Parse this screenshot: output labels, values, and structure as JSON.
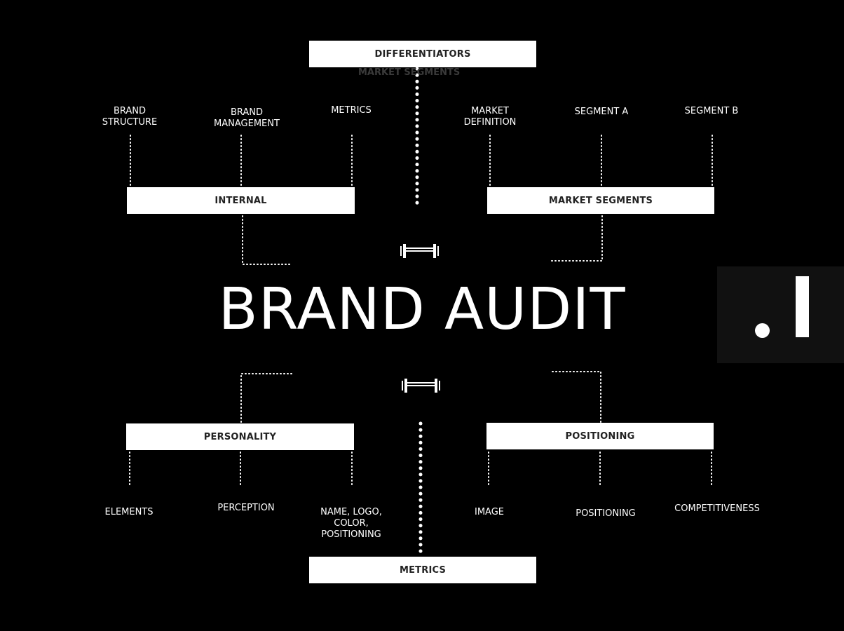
{
  "title": "BRAND AUDIT",
  "boxes": {
    "top": "DIFFERENTIATORS",
    "internal": "INTERNAL",
    "market_segments": "MARKET SEGMENTS",
    "personality": "PERSONALITY",
    "positioning": "POSITIONING",
    "bottom": "METRICS"
  },
  "ghost_text": "MARKET SEGMENTS",
  "top_labels": {
    "brand_structure": "BRAND\nSTRUCTURE",
    "brand_management": "BRAND\nMANAGEMENT",
    "metrics": "METRICS",
    "market_definition": "MARKET\nDEFINITION",
    "segment_a": "SEGMENT A",
    "segment_b": "SEGMENT B"
  },
  "bottom_labels": {
    "elements": "ELEMENTS",
    "perception": "PERCEPTION",
    "name_logo": "NAME, LOGO,\nCOLOR,\nPOSITIONING",
    "image": "IMAGE",
    "positioning": "POSITIONING",
    "competitiveness": "COMPETITIVENESS"
  },
  "icons": {
    "top": "dumbbell-icon",
    "bottom": "dumbbell-icon",
    "logo": "dot-bar-logo-icon"
  },
  "colors": {
    "background": "#000000",
    "box": "#ffffff",
    "box_text": "#222222",
    "line": "#ffffff"
  }
}
